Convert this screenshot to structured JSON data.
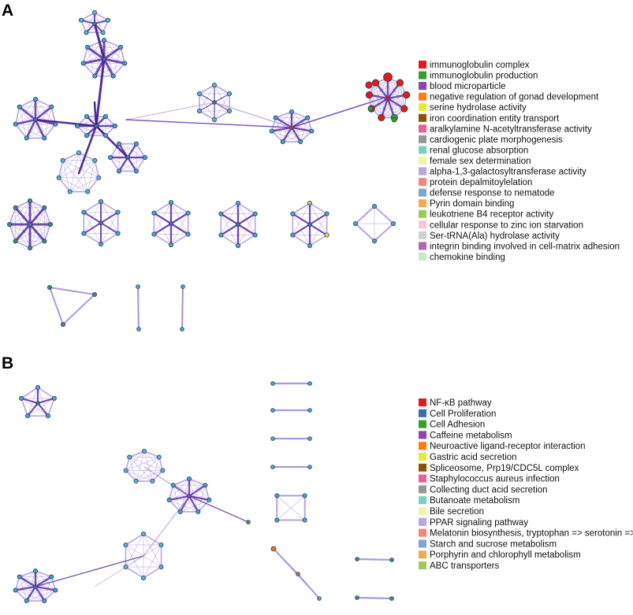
{
  "panels": [
    {
      "letter": "A",
      "legend": [
        {
          "label": "immunoglobulin complex",
          "color": "#e31a1c"
        },
        {
          "label": "immunoglobulin production",
          "color": "#33a02c"
        },
        {
          "label": "blood microparticle",
          "color": "#8e44ad"
        },
        {
          "label": "negative regulation of gonad development",
          "color": "#ff7f0e"
        },
        {
          "label": "serine hydrolase activity",
          "color": "#e8e83a"
        },
        {
          "label": "iron coordination entity transport",
          "color": "#8c510a"
        },
        {
          "label": "aralkylamine N-acetyltransferase activity",
          "color": "#e7609a"
        },
        {
          "label": "cardiogenic plate morphogenesis",
          "color": "#969696"
        },
        {
          "label": "renal glucose absorption",
          "color": "#80cdc1"
        },
        {
          "label": "female sex determination",
          "color": "#f4f4a8"
        },
        {
          "label": "alpha-1,3-galactosyltransferase activity",
          "color": "#b8a7d8"
        },
        {
          "label": "protein depalmitoylelation",
          "color": "#f4877a"
        },
        {
          "label": "defense response to nematode",
          "color": "#7fa5cc"
        },
        {
          "label": "Pyrin domain binding",
          "color": "#f6a84f"
        },
        {
          "label": "leukotriene B4 receptor activity",
          "color": "#99cc55"
        },
        {
          "label": "cellular response to zinc ion starvation",
          "color": "#f9c4da"
        },
        {
          "label": "Ser-tRNA(Ala) hydrolase activity",
          "color": "#d0d0d0"
        },
        {
          "label": "integrin binding involved in cell-matrix adhesion",
          "color": "#b266b2"
        },
        {
          "label": "chemokine binding",
          "color": "#c9e8c9"
        }
      ]
    },
    {
      "letter": "B",
      "legend": [
        {
          "label": "NF-κB pathway",
          "color": "#e31a1c"
        },
        {
          "label": "Cell Proliferation",
          "color": "#3a6cb0"
        },
        {
          "label": "Cell Adhesion",
          "color": "#33a02c"
        },
        {
          "label": "Caffeine metabolism",
          "color": "#8e44ad"
        },
        {
          "label": "Neuroactive ligand-receptor interaction",
          "color": "#ff7f0e"
        },
        {
          "label": "Gastric acid secretion",
          "color": "#e8e83a"
        },
        {
          "label": "Spliceosome, Prp19/CDC5L complex",
          "color": "#8c510a"
        },
        {
          "label": "Staphylococcus aureus infection",
          "color": "#e7609a"
        },
        {
          "label": "Collecting duct acid secretion",
          "color": "#969696"
        },
        {
          "label": "Butanoate metabolism",
          "color": "#80cdc1"
        },
        {
          "label": "Bile secretion",
          "color": "#f4f4a8"
        },
        {
          "label": "PPAR signaling pathway",
          "color": "#b8a7d8"
        },
        {
          "label": "Melatonin biosynthesis, tryptophan => serotonin => m",
          "color": "#f4877a"
        },
        {
          "label": "Starch and sucrose metabolism",
          "color": "#7fa5cc"
        },
        {
          "label": "Porphyrin and chlorophyll metabolism",
          "color": "#f6a84f"
        },
        {
          "label": "ABC transporters",
          "color": "#99cc55"
        }
      ]
    }
  ]
}
